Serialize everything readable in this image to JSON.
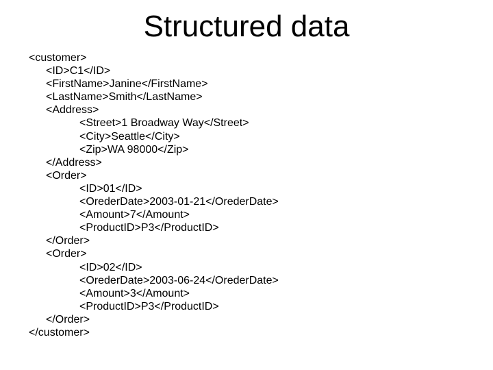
{
  "slide": {
    "title": "Structured data",
    "background_color": "#ffffff",
    "text_color": "#000000"
  },
  "code": {
    "language": "xml",
    "lines": [
      {
        "indent": 0,
        "text": "<customer>"
      },
      {
        "indent": 1,
        "text": "<ID>C1</ID>"
      },
      {
        "indent": 1,
        "text": "<FirstName>Janine</FirstName>"
      },
      {
        "indent": 1,
        "text": "<LastName>Smith</LastName>"
      },
      {
        "indent": 1,
        "text": "<Address>"
      },
      {
        "indent": 2,
        "text": "<Street>1 Broadway Way</Street>"
      },
      {
        "indent": 2,
        "text": "<City>Seattle</City>"
      },
      {
        "indent": 2,
        "text": "<Zip>WA 98000</Zip>"
      },
      {
        "indent": 1,
        "text": "</Address>"
      },
      {
        "indent": 1,
        "text": "<Order>"
      },
      {
        "indent": 2,
        "text": "<ID>01</ID>"
      },
      {
        "indent": 2,
        "text": "<OrederDate>2003-01-21</OrederDate>"
      },
      {
        "indent": 2,
        "text": "<Amount>7</Amount>"
      },
      {
        "indent": 2,
        "text": "<ProductID>P3</ProductID>"
      },
      {
        "indent": 1,
        "text": "</Order>"
      },
      {
        "indent": 1,
        "text": "<Order>"
      },
      {
        "indent": 2,
        "text": "<ID>02</ID>"
      },
      {
        "indent": 2,
        "text": "<OrederDate>2003-06-24</OrederDate>"
      },
      {
        "indent": 2,
        "text": "<Amount>3</Amount>"
      },
      {
        "indent": 2,
        "text": "<ProductID>P3</ProductID>"
      },
      {
        "indent": 1,
        "text": "</Order>"
      },
      {
        "indent": 0,
        "text": "</customer>"
      }
    ]
  }
}
